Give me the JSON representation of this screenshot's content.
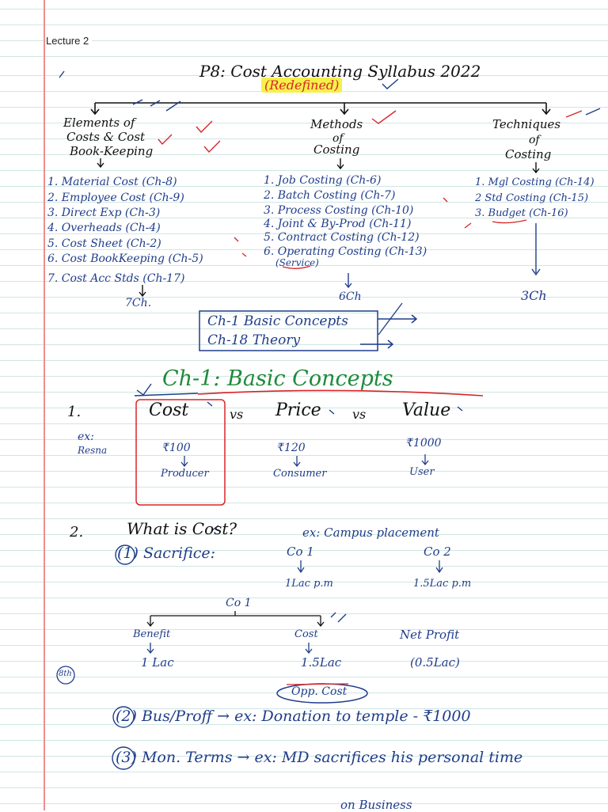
{
  "header": {
    "label": "Lecture 2"
  },
  "title": {
    "main": "P8: Cost Accounting Syllabus 2022",
    "badge": "(Redefined)"
  },
  "columns": {
    "elements": {
      "heading": [
        "Elements of",
        "Costs & Cost",
        "Book-Keeping"
      ],
      "items": [
        "1. Material Cost (Ch-8)",
        "2. Employee Cost (Ch-9)",
        "3. Direct Exp (Ch-3)",
        "4. Overheads (Ch-4)",
        "5. Cost Sheet (Ch-2)",
        "6. Cost BookKeeping (Ch-5)",
        "7. Cost Acc Stds (Ch-17)"
      ],
      "total": "7Ch."
    },
    "methods": {
      "heading": [
        "Methods",
        "of",
        "Costing"
      ],
      "items": [
        "1. Job Costing (Ch-6)",
        "2. Batch Costing (Ch-7)",
        "3. Process Costing (Ch-10)",
        "4. Joint & By-Prod (Ch-11)",
        "5. Contract Costing (Ch-12)",
        "6. Operating Costing (Ch-13)"
      ],
      "note": "(Service)",
      "total": "6Ch"
    },
    "techniques": {
      "heading": [
        "Techniques",
        "of",
        "Costing"
      ],
      "items": [
        "1. Mgl Costing (Ch-14)",
        "2 Std Costing (Ch-15)",
        "3. Budget (Ch-16)"
      ],
      "total": "3Ch"
    }
  },
  "box": {
    "lines": [
      "Ch-1 Basic Concepts",
      "Ch-18 Theory"
    ]
  },
  "section_title": "Ch-1: Basic Concepts",
  "point1": {
    "number": "1.",
    "words": [
      "Cost",
      "vs",
      "Price",
      "vs",
      "Value"
    ],
    "example_label": [
      "ex:",
      "Resna"
    ],
    "amounts": [
      "₹100",
      "₹120",
      "₹1000"
    ],
    "roles": [
      "Producer",
      "Consumer",
      "User"
    ]
  },
  "point2": {
    "number": "2.",
    "question": "What is Cost?",
    "sacrifice": "(1) Sacrifice:",
    "example": "ex: Campus placement",
    "companies": [
      "Co 1",
      "Co 2"
    ],
    "offers": [
      "1Lac p.m",
      "1.5Lac p.m"
    ],
    "tree_root": "Co 1",
    "tree_labels": [
      "Benefit",
      "Cost",
      "Net Profit"
    ],
    "tree_values": [
      "1 Lac",
      "1.5Lac",
      "(0.5Lac)"
    ],
    "opp_cost": "Opp. Cost",
    "side_note": "8th",
    "bus_prof": "(2) Bus/Proff → ex: Donation to temple - ₹1000",
    "mon_terms": "(3) Mon. Terms → ex: MD sacrifices his personal time",
    "cutoff": "on Business"
  }
}
